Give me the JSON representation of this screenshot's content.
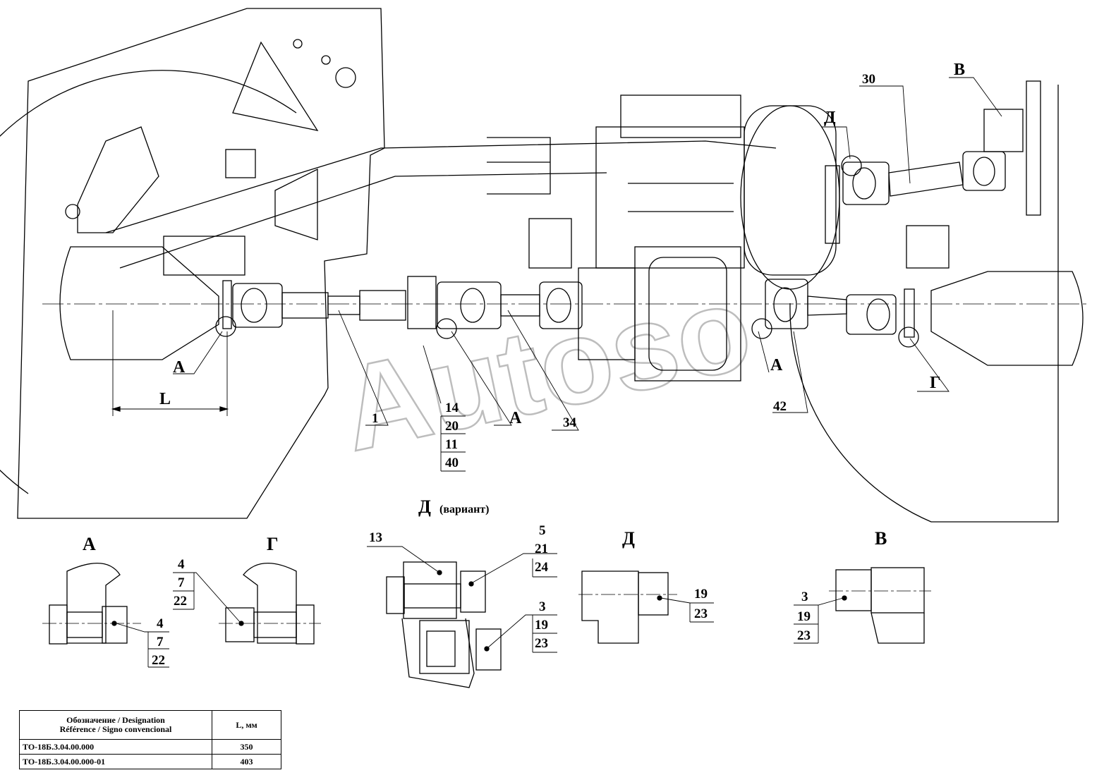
{
  "labels": {
    "A": "А",
    "L": "L",
    "B": "В",
    "D": "Д",
    "G": "Г",
    "n1": "1",
    "n3": "3",
    "n4": "4",
    "n5": "5",
    "n7": "7",
    "n11": "11",
    "n13": "13",
    "n14": "14",
    "n19": "19",
    "n20": "20",
    "n21": "21",
    "n22": "22",
    "n23": "23",
    "n24": "24",
    "n30": "30",
    "n34": "34",
    "n40": "40",
    "n42": "42"
  },
  "views": {
    "d_variant_letter": "Д",
    "d_variant_note": "(вариант)",
    "view_a": "А",
    "view_g": "Г",
    "view_d": "Д",
    "view_b": "В"
  },
  "watermark": "Autoso",
  "table": {
    "col1_line1": "Обозначение / Designation",
    "col1_line2": "Référence / Signo convencional",
    "col2": "L, мм",
    "rows": [
      {
        "designation": "ТО-18Б.3.04.00.000",
        "l": "350"
      },
      {
        "designation": "ТО-18Б.3.04.00.000-01",
        "l": "403"
      }
    ]
  }
}
